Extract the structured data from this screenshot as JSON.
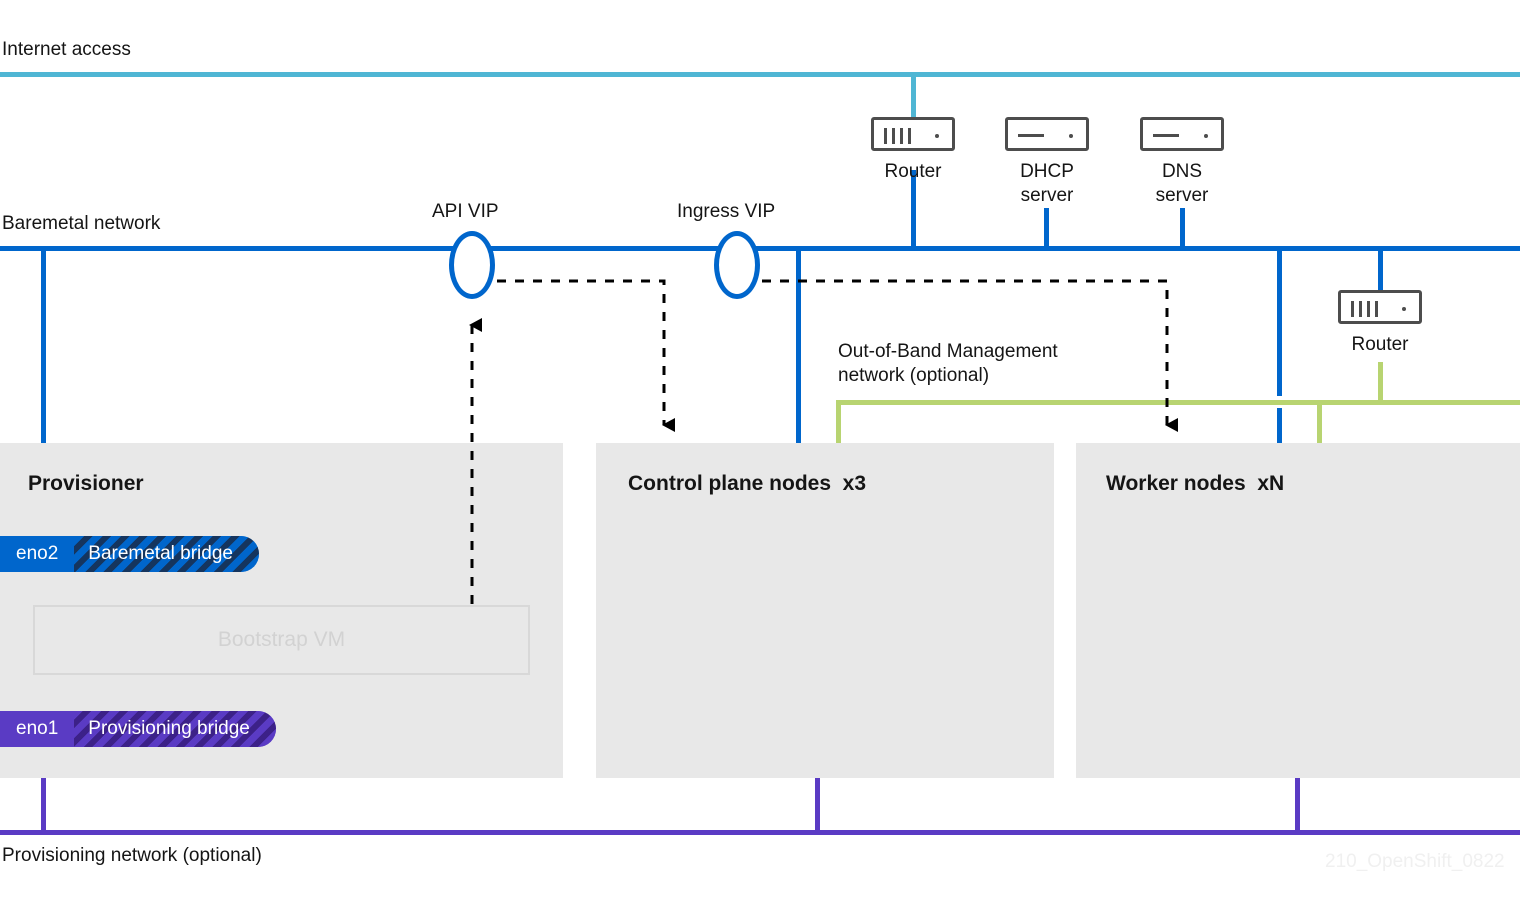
{
  "networks": {
    "internet": {
      "label": "Internet access",
      "color": "#4fb6d4"
    },
    "baremetal": {
      "label": "Baremetal network",
      "color": "#0066cc"
    },
    "oob": {
      "label": "Out-of-Band Management\nnetwork (optional)",
      "line1": "Out-of-Band Management",
      "line2": "network (optional)",
      "color": "#b8d471"
    },
    "provisioning": {
      "label": "Provisioning network (optional)",
      "color": "#5a3bc4"
    }
  },
  "vips": {
    "api": {
      "label": "API VIP"
    },
    "ingress": {
      "label": "Ingress VIP"
    }
  },
  "devices": [
    {
      "name": "router-top",
      "label": "Router",
      "icon": "router-icon"
    },
    {
      "name": "dhcp-server",
      "label": "DHCP\nserver",
      "line1": "DHCP",
      "line2": "server",
      "icon": "server-icon"
    },
    {
      "name": "dns-server",
      "label": "DNS\nserver",
      "line1": "DNS",
      "line2": "server",
      "icon": "server-icon"
    },
    {
      "name": "router-right",
      "label": "Router",
      "icon": "router-icon"
    }
  ],
  "provisioner": {
    "title": "Provisioner",
    "baremetal_bridge": {
      "nic": "eno2",
      "bridge": "Baremetal bridge"
    },
    "provisioning_bridge": {
      "nic": "eno1",
      "bridge": "Provisioning bridge"
    },
    "bootstrap_vm": "Bootstrap VM"
  },
  "nodes": [
    {
      "name": "control-plane-nodes",
      "title": "Control plane nodes  x3"
    },
    {
      "name": "worker-nodes",
      "title": "Worker nodes  xN"
    }
  ],
  "watermark": "210_OpenShift_0822"
}
